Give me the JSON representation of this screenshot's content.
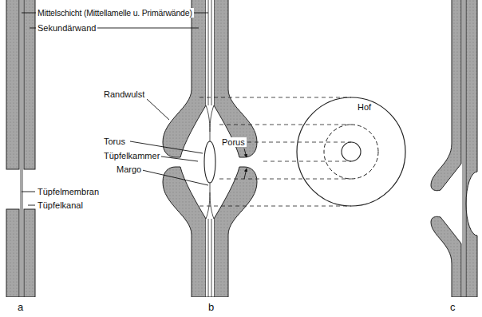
{
  "diagram": {
    "labels": [
      "Mittelschicht (Mittellamelle u. Primärwände)",
      "Sekundärwand",
      "Tüpfelmembran",
      "Tüpfelkanal",
      "Randwulst",
      "Torus",
      "Porus",
      "Tüpfelkammer",
      "Margo",
      "Hof",
      "a",
      "b",
      "c"
    ]
  }
}
